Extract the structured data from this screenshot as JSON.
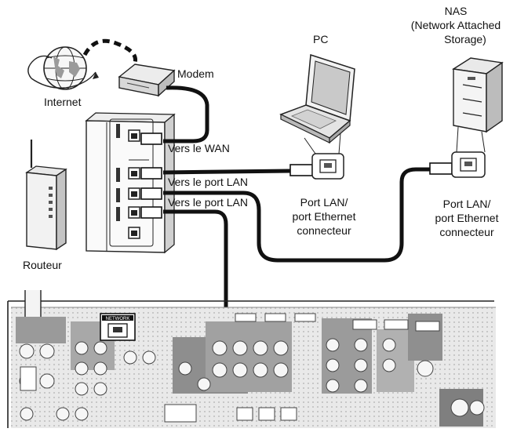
{
  "labels": {
    "internet": "Internet",
    "modem": "Modem",
    "pc": "PC",
    "nas_line1": "NAS",
    "nas_line2": "(Network Attached",
    "nas_line3": "Storage)",
    "router": "Routeur",
    "to_wan": "Vers le WAN",
    "to_lan_1": "Vers le port LAN",
    "to_lan_2": "Vers le port LAN",
    "pc_port_line1": "Port LAN/",
    "pc_port_line2": "port Ethernet",
    "pc_port_line3": "connecteur",
    "nas_port_line1": "Port LAN/",
    "nas_port_line2": "port Ethernet",
    "nas_port_line3": "connecteur"
  },
  "receiver_network_label": "NETWORK",
  "colors": {
    "cable": "#111111",
    "dashed_link": "#111111",
    "device_fill": "#f4f4f4",
    "device_shade": "#cfcfcf",
    "panel_fill": "#e6e6e6",
    "text": "#111111"
  }
}
